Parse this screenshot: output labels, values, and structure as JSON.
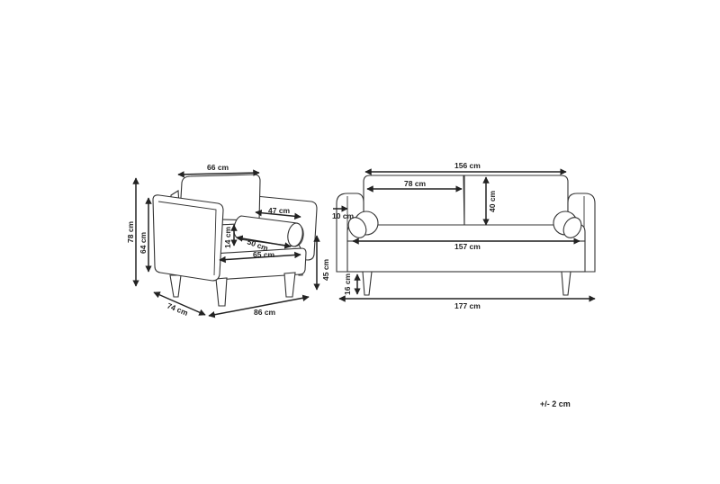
{
  "armchair": {
    "width_back": "66 cm",
    "height_total": "78 cm",
    "height_arm": "64 cm",
    "seat_depth_cushion": "47 cm",
    "bolster_height": "14 cm",
    "bolster_length": "50 cm",
    "seat_width": "65 cm",
    "seat_height": "45 cm",
    "depth": "74 cm",
    "width": "86 cm"
  },
  "sofa": {
    "back_width": "156 cm",
    "cushion_width": "78 cm",
    "back_height": "40 cm",
    "arm_width": "10 cm",
    "seat_width": "157 cm",
    "leg_height": "16 cm",
    "total_width": "177 cm"
  },
  "tolerance": "+/- 2 cm"
}
